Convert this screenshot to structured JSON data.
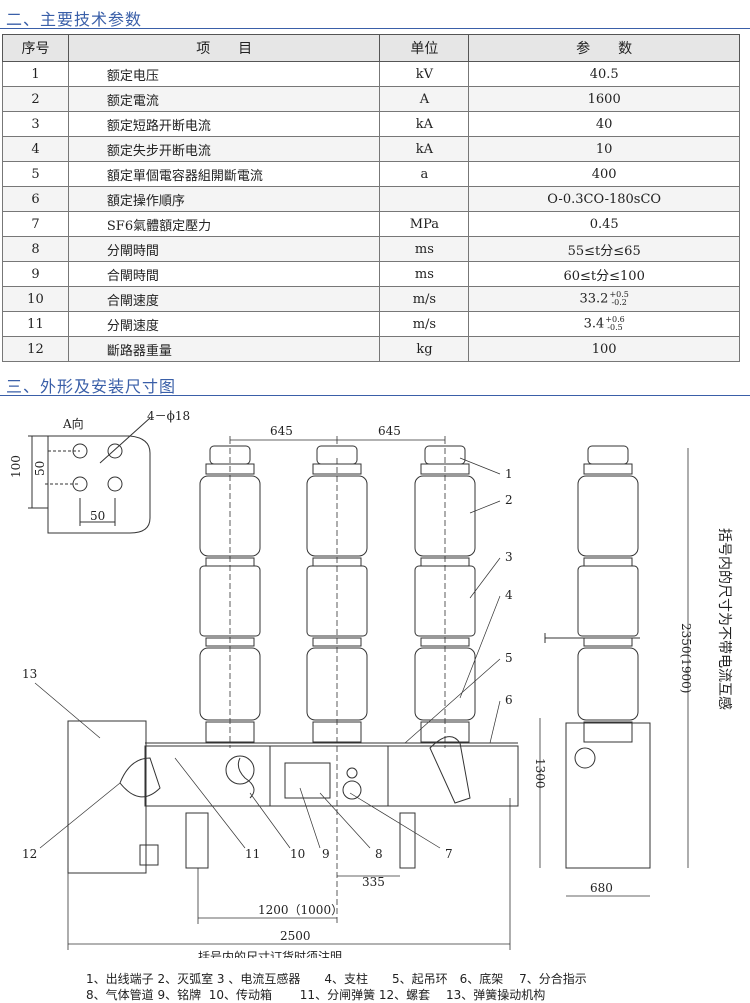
{
  "section2": {
    "title": "二、主要技术参数"
  },
  "table": {
    "headers": {
      "no": "序号",
      "item": "项　　目",
      "unit": "单位",
      "value": "参　　数"
    },
    "rows": [
      {
        "no": "1",
        "item": "额定电压",
        "unit": "kV",
        "value": "40.5"
      },
      {
        "no": "2",
        "item": "额定電流",
        "unit": "A",
        "value": "1600"
      },
      {
        "no": "3",
        "item": "额定短路开断电流",
        "unit": "kA",
        "value": "40"
      },
      {
        "no": "4",
        "item": "额定失步开断电流",
        "unit": "kA",
        "value": "10"
      },
      {
        "no": "5",
        "item": "額定單個電容器組開斷電流",
        "unit": "a",
        "value": "400"
      },
      {
        "no": "6",
        "item": "額定操作順序",
        "unit": "",
        "value": "O-0.3CO-180sCO"
      },
      {
        "no": "7",
        "item": "SF6氣體額定壓力",
        "unit": "MPa",
        "value": "0.45"
      },
      {
        "no": "8",
        "item": "分閘時間",
        "unit": "ms",
        "value": "55≤t分≤65"
      },
      {
        "no": "9",
        "item": "合閘時間",
        "unit": "ms",
        "value": "60≤t分≤100"
      },
      {
        "no": "10",
        "item": "合閘速度",
        "unit": "m/s",
        "value": "33.2",
        "tol_up": "+0.5",
        "tol_dn": "-0.2"
      },
      {
        "no": "11",
        "item": "分閘速度",
        "unit": "m/s",
        "value": "3.4",
        "tol_up": "+0.6",
        "tol_dn": "-0.5"
      },
      {
        "no": "12",
        "item": "斷路器重量",
        "unit": "kg",
        "value": "100"
      }
    ]
  },
  "section3": {
    "title": "三、外形及安装尺寸图"
  },
  "drawing": {
    "view_label": "A向",
    "hole_label": "4－ϕ18",
    "dims": {
      "d100": "100",
      "d50a": "50",
      "d50b": "50",
      "pitch1": "645",
      "pitch2": "645",
      "d1300": "1300",
      "d2350": "2350(1900)",
      "d680": "680",
      "d335": "335",
      "d1200": "1200（1000）",
      "d2500": "2500"
    },
    "callouts": [
      "1",
      "2",
      "3",
      "4",
      "5",
      "6",
      "7",
      "8",
      "9",
      "10",
      "11",
      "12",
      "13"
    ],
    "vertical_note": "括号内的尺寸为不带电流互感",
    "bottom_note": "括号内的尺寸订货时须注明"
  },
  "legend": {
    "line1": "1、出线端子 2、灭弧室 3 、电流互感器　　4、支柱　　5、起吊环　6、底架　 7、分合指示",
    "line2": "8、气体管道 9、铭牌  10、传动箱　　 11、分闸弹簧 12、螺套　 13、弹簧操动机构"
  }
}
